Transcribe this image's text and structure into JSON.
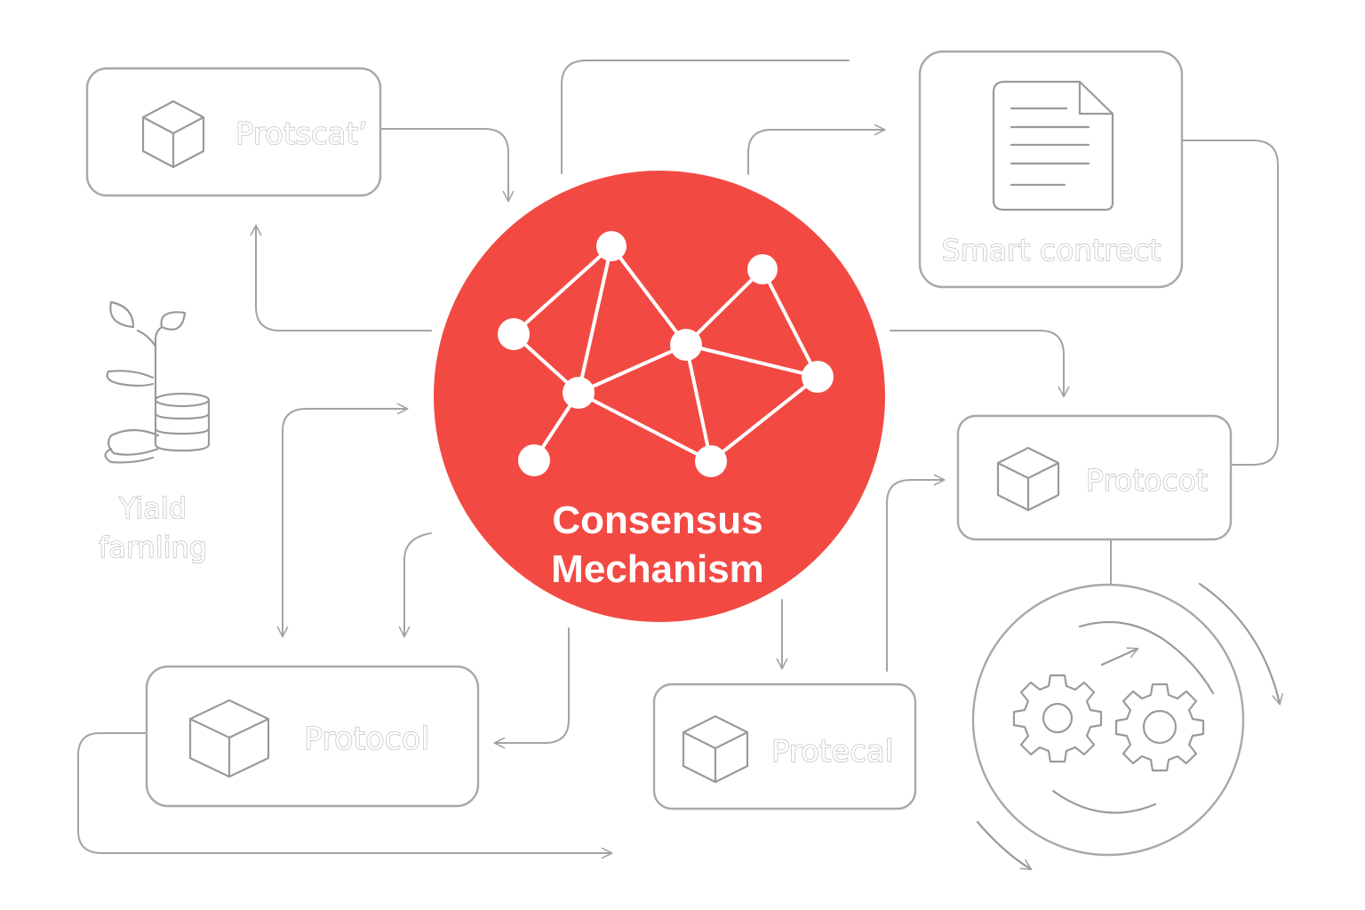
{
  "center": {
    "line1": "Consensus",
    "line2": "Mechanism",
    "color": "#f24a43"
  },
  "nodes": {
    "protscat": {
      "label": "Protscat’",
      "icon": "cube-icon"
    },
    "smart_contract": {
      "label": "Smart contrect",
      "icon": "document-icon"
    },
    "yield_farming": {
      "line1": "Yiald",
      "line2": "farnling",
      "icon": "plant-coins-icon"
    },
    "protocot": {
      "label": "Protocot",
      "icon": "cube-icon"
    },
    "protocol": {
      "label": "Protocol",
      "icon": "cube-icon"
    },
    "protecal": {
      "label": "Protecal",
      "icon": "cube-icon"
    },
    "gears": {
      "icon": "gears-cycle-icon"
    }
  },
  "colors": {
    "line": "#a3a3a3",
    "accent": "#f24a43"
  }
}
